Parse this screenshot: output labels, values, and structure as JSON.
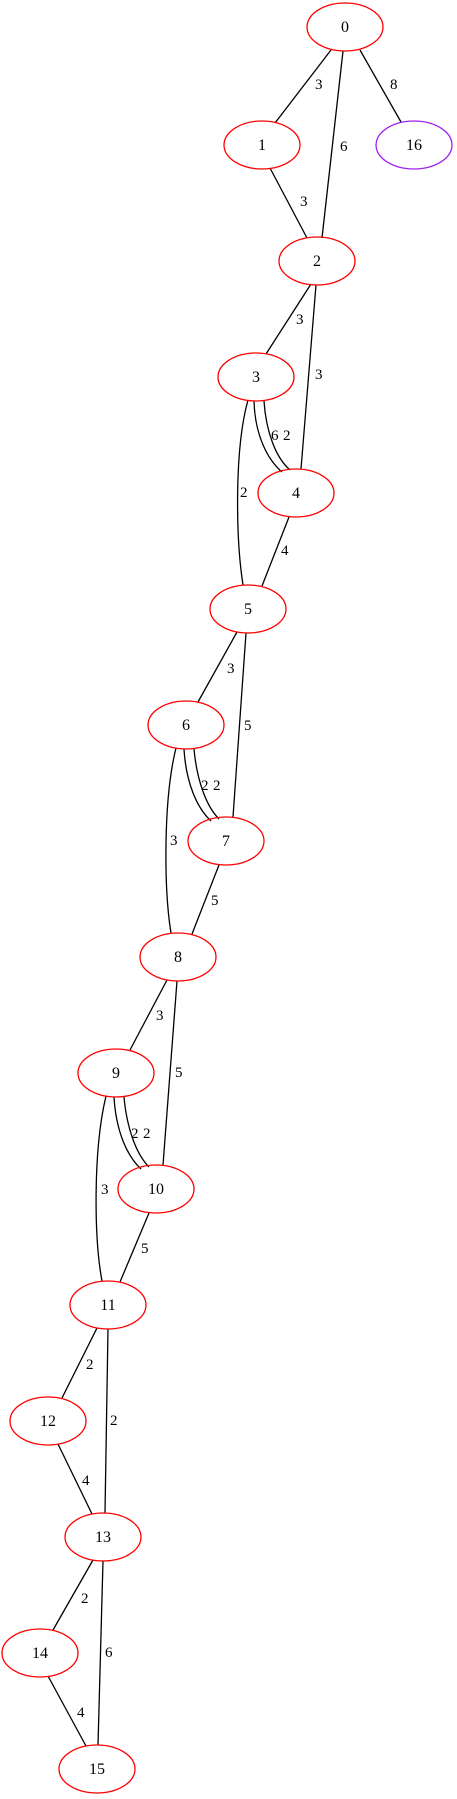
{
  "graph": {
    "colors": {
      "node_default": "#ff0000",
      "node_isolated": "#a020f0",
      "edge": "#000000"
    },
    "nodes": [
      {
        "id": "0",
        "label": "0",
        "color": "#ff0000"
      },
      {
        "id": "1",
        "label": "1",
        "color": "#ff0000"
      },
      {
        "id": "16",
        "label": "16",
        "color": "#a020f0"
      },
      {
        "id": "2",
        "label": "2",
        "color": "#ff0000"
      },
      {
        "id": "3",
        "label": "3",
        "color": "#ff0000"
      },
      {
        "id": "4",
        "label": "4",
        "color": "#ff0000"
      },
      {
        "id": "5",
        "label": "5",
        "color": "#ff0000"
      },
      {
        "id": "6",
        "label": "6",
        "color": "#ff0000"
      },
      {
        "id": "7",
        "label": "7",
        "color": "#ff0000"
      },
      {
        "id": "8",
        "label": "8",
        "color": "#ff0000"
      },
      {
        "id": "9",
        "label": "9",
        "color": "#ff0000"
      },
      {
        "id": "10",
        "label": "10",
        "color": "#ff0000"
      },
      {
        "id": "11",
        "label": "11",
        "color": "#ff0000"
      },
      {
        "id": "12",
        "label": "12",
        "color": "#ff0000"
      },
      {
        "id": "13",
        "label": "13",
        "color": "#ff0000"
      },
      {
        "id": "14",
        "label": "14",
        "color": "#ff0000"
      },
      {
        "id": "15",
        "label": "15",
        "color": "#ff0000"
      }
    ],
    "edges": [
      {
        "from": "0",
        "to": "1",
        "weight": "3"
      },
      {
        "from": "0",
        "to": "2",
        "weight": "6"
      },
      {
        "from": "0",
        "to": "16",
        "weight": "8"
      },
      {
        "from": "1",
        "to": "2",
        "weight": "3"
      },
      {
        "from": "2",
        "to": "3",
        "weight": "3"
      },
      {
        "from": "2",
        "to": "4",
        "weight": "3"
      },
      {
        "from": "3",
        "to": "4",
        "weight": "6"
      },
      {
        "from": "3",
        "to": "4",
        "weight": "2"
      },
      {
        "from": "3",
        "to": "5",
        "weight": "2"
      },
      {
        "from": "4",
        "to": "5",
        "weight": "4"
      },
      {
        "from": "5",
        "to": "6",
        "weight": "3"
      },
      {
        "from": "5",
        "to": "7",
        "weight": "5"
      },
      {
        "from": "6",
        "to": "7",
        "weight": "2"
      },
      {
        "from": "6",
        "to": "7",
        "weight": "2"
      },
      {
        "from": "6",
        "to": "8",
        "weight": "3"
      },
      {
        "from": "7",
        "to": "8",
        "weight": "5"
      },
      {
        "from": "8",
        "to": "9",
        "weight": "3"
      },
      {
        "from": "8",
        "to": "10",
        "weight": "5"
      },
      {
        "from": "9",
        "to": "10",
        "weight": "2"
      },
      {
        "from": "9",
        "to": "10",
        "weight": "2"
      },
      {
        "from": "9",
        "to": "11",
        "weight": "3"
      },
      {
        "from": "10",
        "to": "11",
        "weight": "5"
      },
      {
        "from": "11",
        "to": "12",
        "weight": "2"
      },
      {
        "from": "11",
        "to": "13",
        "weight": "2"
      },
      {
        "from": "12",
        "to": "13",
        "weight": "4"
      },
      {
        "from": "13",
        "to": "14",
        "weight": "2"
      },
      {
        "from": "13",
        "to": "15",
        "weight": "6"
      },
      {
        "from": "14",
        "to": "15",
        "weight": "4"
      }
    ]
  }
}
